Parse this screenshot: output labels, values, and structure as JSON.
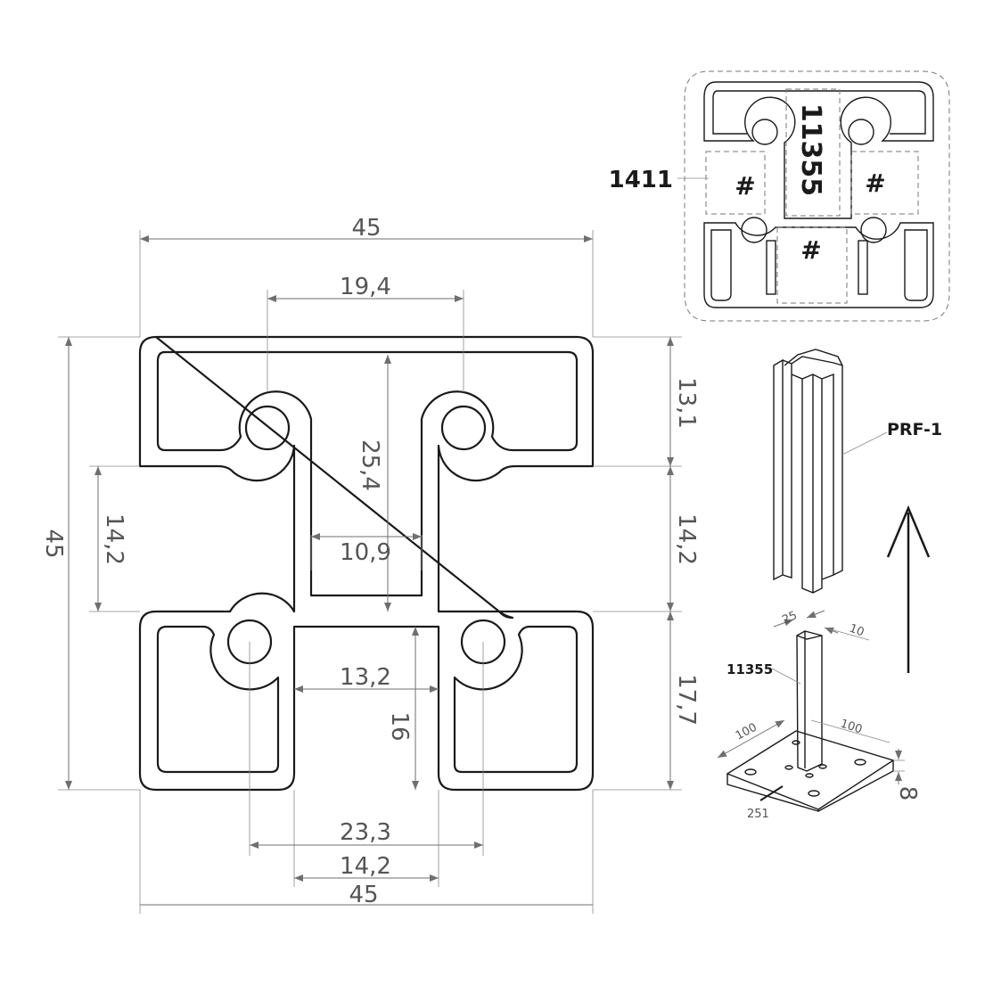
{
  "dimensions": {
    "overall_width_top": "45",
    "slot_width_top": "19,4",
    "overall_height": "45",
    "top_bar_height": "13,1",
    "center_depth": "25,4",
    "left_slot_height": "14,2",
    "right_slot_height": "14,2",
    "inner_gap": "10,9",
    "lower_height": "17,7",
    "bottom_slot_width": "13,2",
    "bottom_slot_depth": "16",
    "lobe_spacing": "23,3",
    "bottom_slot_outer": "14,2",
    "overall_width_bottom": "45"
  },
  "thumbnail": {
    "part_label": "1411",
    "insert_label": "11355",
    "hash_marks": [
      "#",
      "#",
      "#"
    ]
  },
  "perspective": {
    "profile_label": "PRF-1"
  },
  "base_plate": {
    "post_label": "11355",
    "post_width": "25",
    "post_depth": "10",
    "plate_x": "100",
    "plate_y": "100",
    "plate_thickness": "8",
    "plate_ref": "251"
  }
}
